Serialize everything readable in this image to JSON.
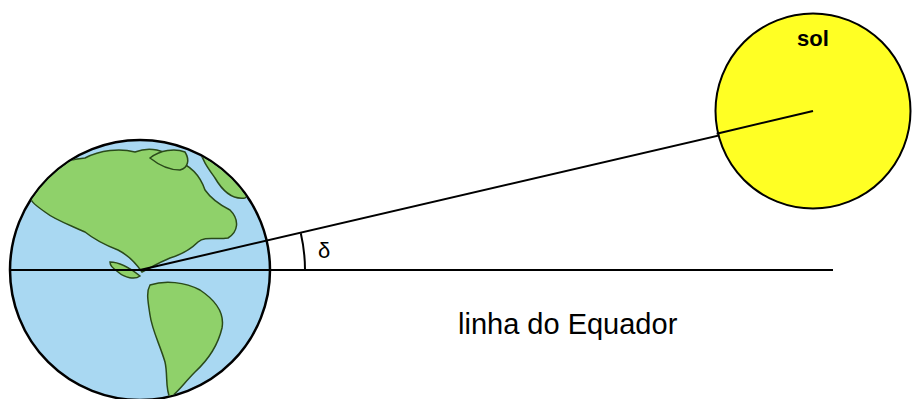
{
  "diagram": {
    "nodes": [
      {
        "text": [
          "sol"
        ]
      }
    ],
    "labels": [
      "δ",
      "linha do Equador"
    ]
  }
}
